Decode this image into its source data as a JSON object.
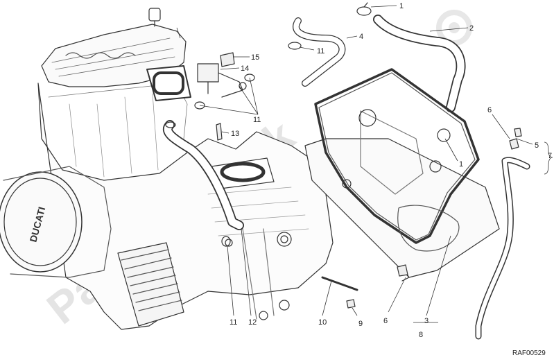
{
  "watermark": "PartsRepublik",
  "reference_code": "RAF00529",
  "logo_text": "DUCATI",
  "callouts": [
    "1",
    "2",
    "4",
    "11",
    "15",
    "14",
    "11",
    "13",
    "1",
    "6",
    "5",
    "7",
    "3",
    "8",
    "6",
    "9",
    "10",
    "11",
    "12"
  ]
}
